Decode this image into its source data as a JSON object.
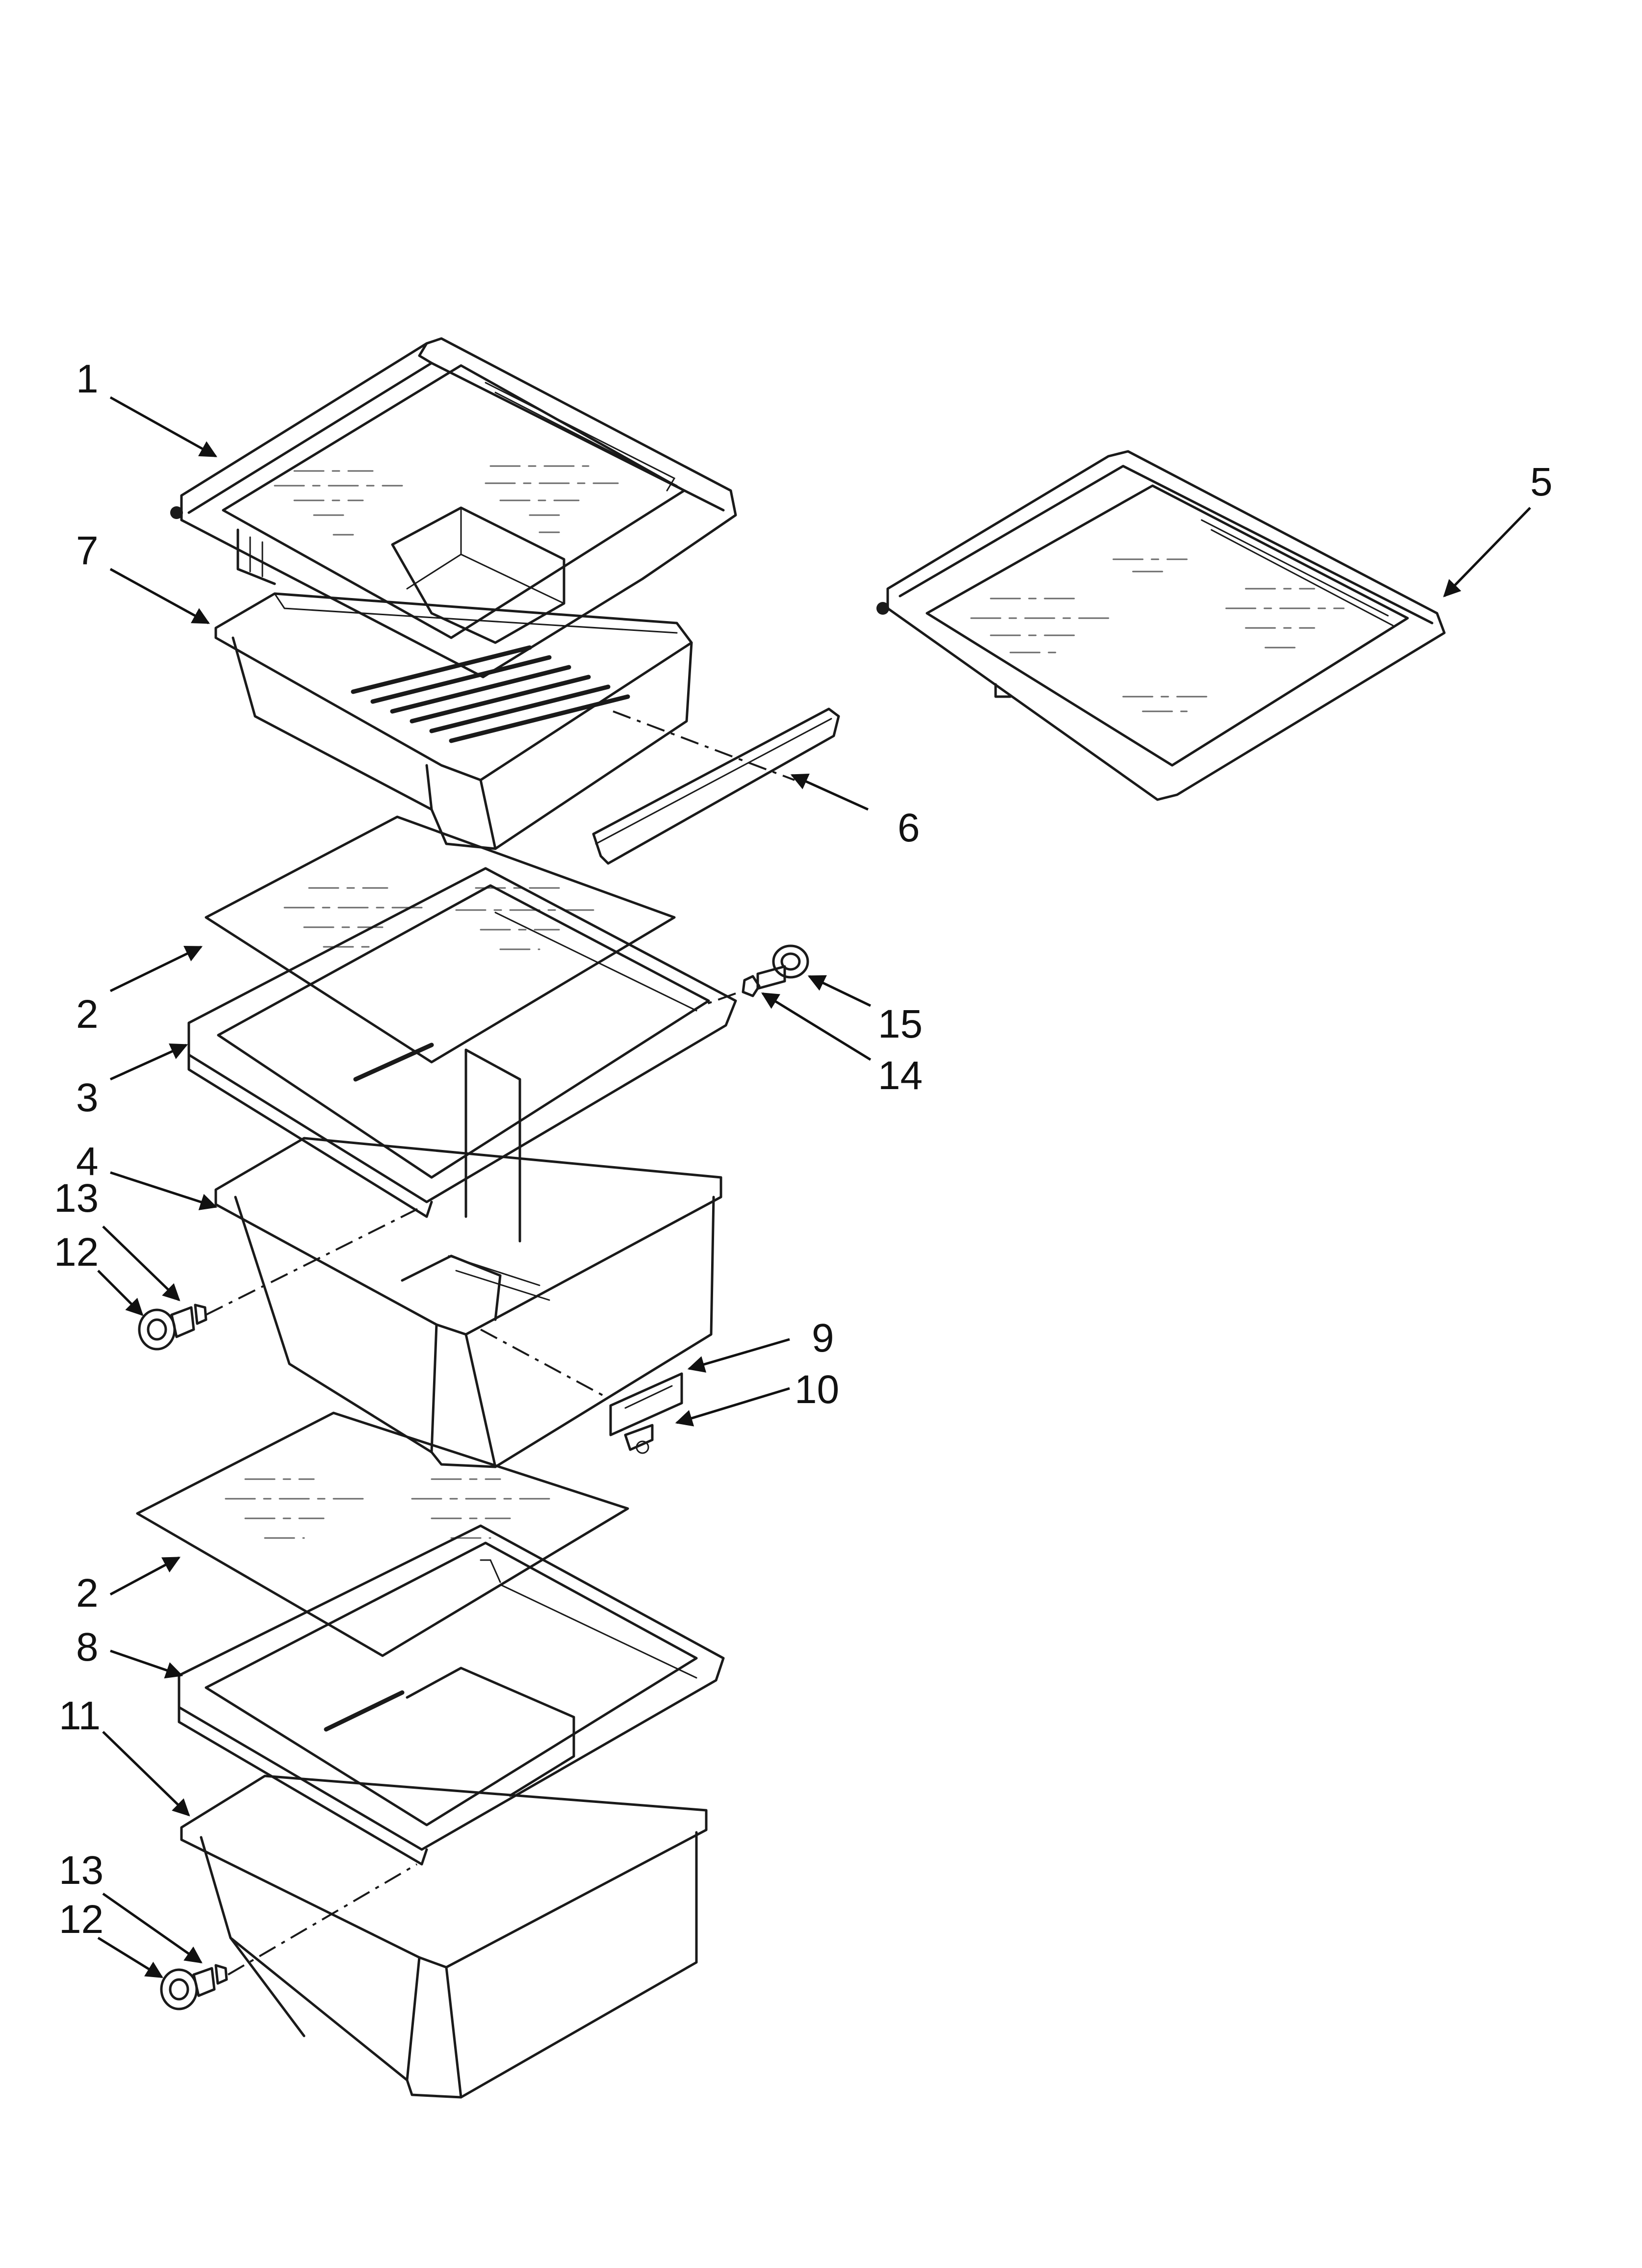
{
  "callouts": {
    "c1": "1",
    "c2a": "2",
    "c2b": "2",
    "c3": "3",
    "c4": "4",
    "c5": "5",
    "c6": "6",
    "c7": "7",
    "c8": "8",
    "c9": "9",
    "c10": "10",
    "c11": "11",
    "c12a": "12",
    "c12b": "12",
    "c13a": "13",
    "c13b": "13",
    "c14": "14",
    "c15": "15"
  }
}
